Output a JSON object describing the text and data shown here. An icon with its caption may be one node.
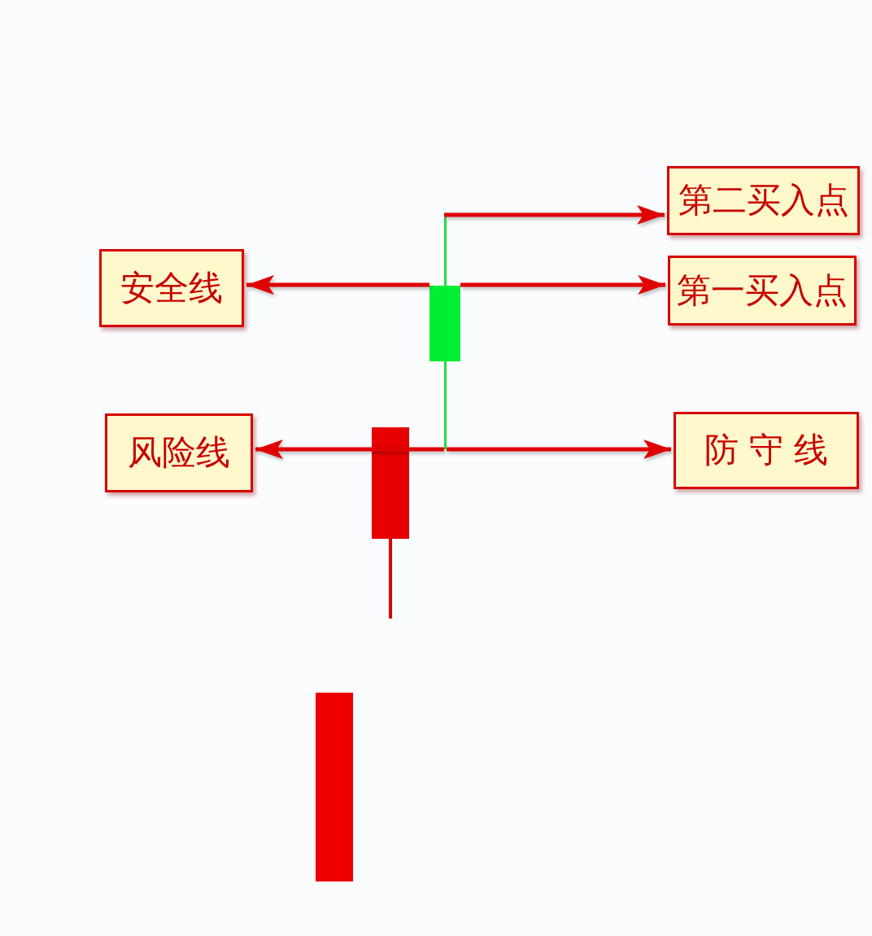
{
  "diagram": {
    "nodes": [
      {
        "text": [
          "第二买入点"
        ]
      },
      {
        "text": [
          "安全线"
        ]
      },
      {
        "text": [
          "第一买入点"
        ]
      },
      {
        "text": [
          "风险线"
        ]
      },
      {
        "text": [
          "防 守 线"
        ]
      },
      {
        "text": [],
        "shape": "picture"
      }
    ],
    "edges": [
      {
        "from": 5,
        "to": 0,
        "arrow": "to"
      },
      {
        "from": 5,
        "to": 1,
        "arrow": "to"
      },
      {
        "from": 5,
        "to": 2,
        "arrow": "to"
      },
      {
        "from": 5,
        "to": 3,
        "arrow": "to"
      },
      {
        "from": 5,
        "to": 4,
        "arrow": "to"
      }
    ]
  }
}
